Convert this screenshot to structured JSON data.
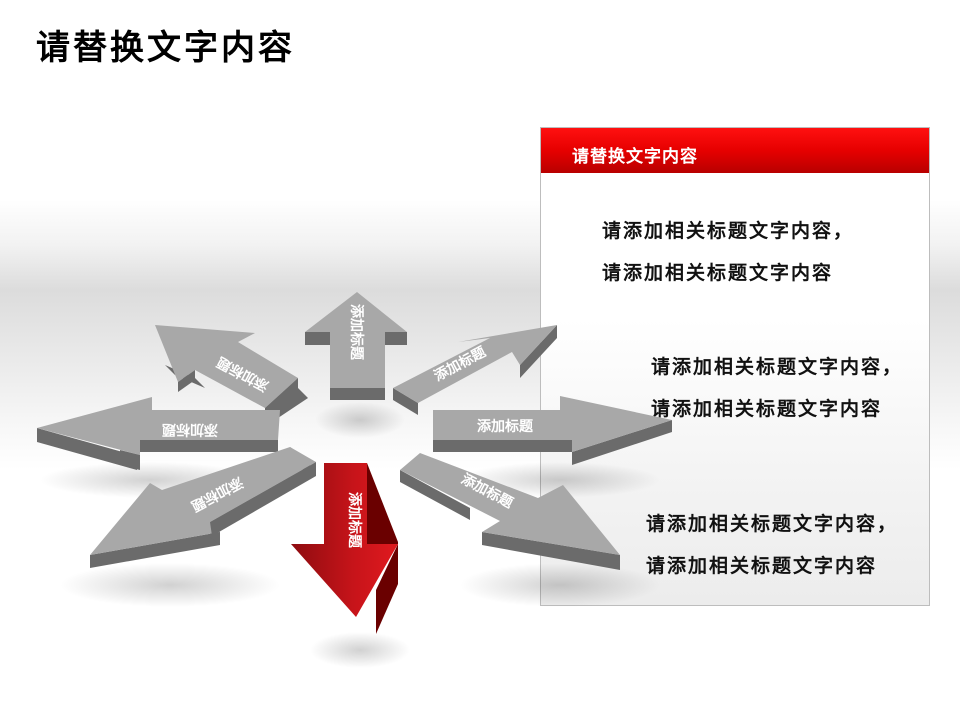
{
  "page": {
    "title": "请替换文字内容"
  },
  "info_box": {
    "header_title": "请替换文字内容",
    "header_color": "#e60000",
    "groups": [
      {
        "line1": "请添加相关标题文字内容，",
        "line2": "请添加相关标题文字内容"
      },
      {
        "line1": "请添加相关标题文字内容，",
        "line2": "请添加相关标题文字内容"
      },
      {
        "line1": "请添加相关标题文字内容，",
        "line2": "请添加相关标题文字内容"
      }
    ]
  },
  "arrows": {
    "colors": {
      "gray_top": "#a8a8a8",
      "gray_side": "#6b6b6b",
      "red_top": "#c8141a",
      "red_side": "#6a0000"
    },
    "up": {
      "label": "添加标题",
      "direction": "up"
    },
    "upper_left": {
      "label": "添加标题",
      "direction": "upper-left"
    },
    "left": {
      "label": "添加标题",
      "direction": "left"
    },
    "lower_left": {
      "label": "添加标题",
      "direction": "lower-left"
    },
    "down": {
      "label": "添加标题",
      "direction": "down",
      "highlighted": true
    },
    "lower_right": {
      "label": "添加标题",
      "direction": "lower-right"
    },
    "right": {
      "label": "添加标题",
      "direction": "right"
    },
    "upper_right": {
      "label": "添加标题",
      "direction": "upper-right"
    }
  }
}
